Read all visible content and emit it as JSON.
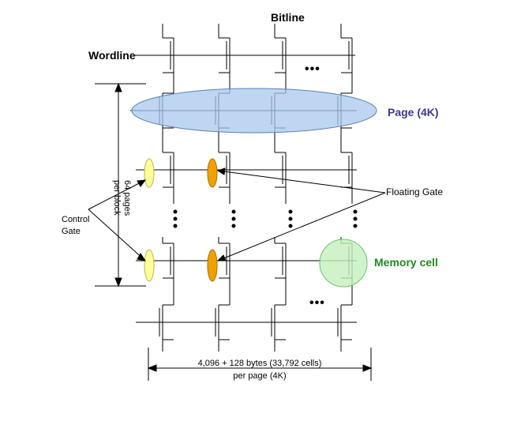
{
  "labels": {
    "bitline": "Bitline",
    "wordline": "Wordline",
    "page": "Page (4K)",
    "pages_per_block_line1": "64 pages",
    "pages_per_block_line2": "per block",
    "control_gate_line1": "Control",
    "control_gate_line2": "Gate",
    "floating_gate": "Floating Gate",
    "memory_cell": "Memory cell",
    "bytes_line1": "4,096 + 128 bytes (33,792 cells)",
    "bytes_line2": "per page (4K)",
    "ellipsis": "•••"
  },
  "colors": {
    "page_fill": "#a9c8ee",
    "page_stroke": "#5b7fb6",
    "page_text": "#3a3a8c",
    "control_gate_fill": "#ffff99",
    "floating_gate_fill": "#f0a000",
    "memory_cell_fill": "#c6f0bf",
    "memory_cell_text": "#1f8a1f",
    "line": "#000000"
  }
}
